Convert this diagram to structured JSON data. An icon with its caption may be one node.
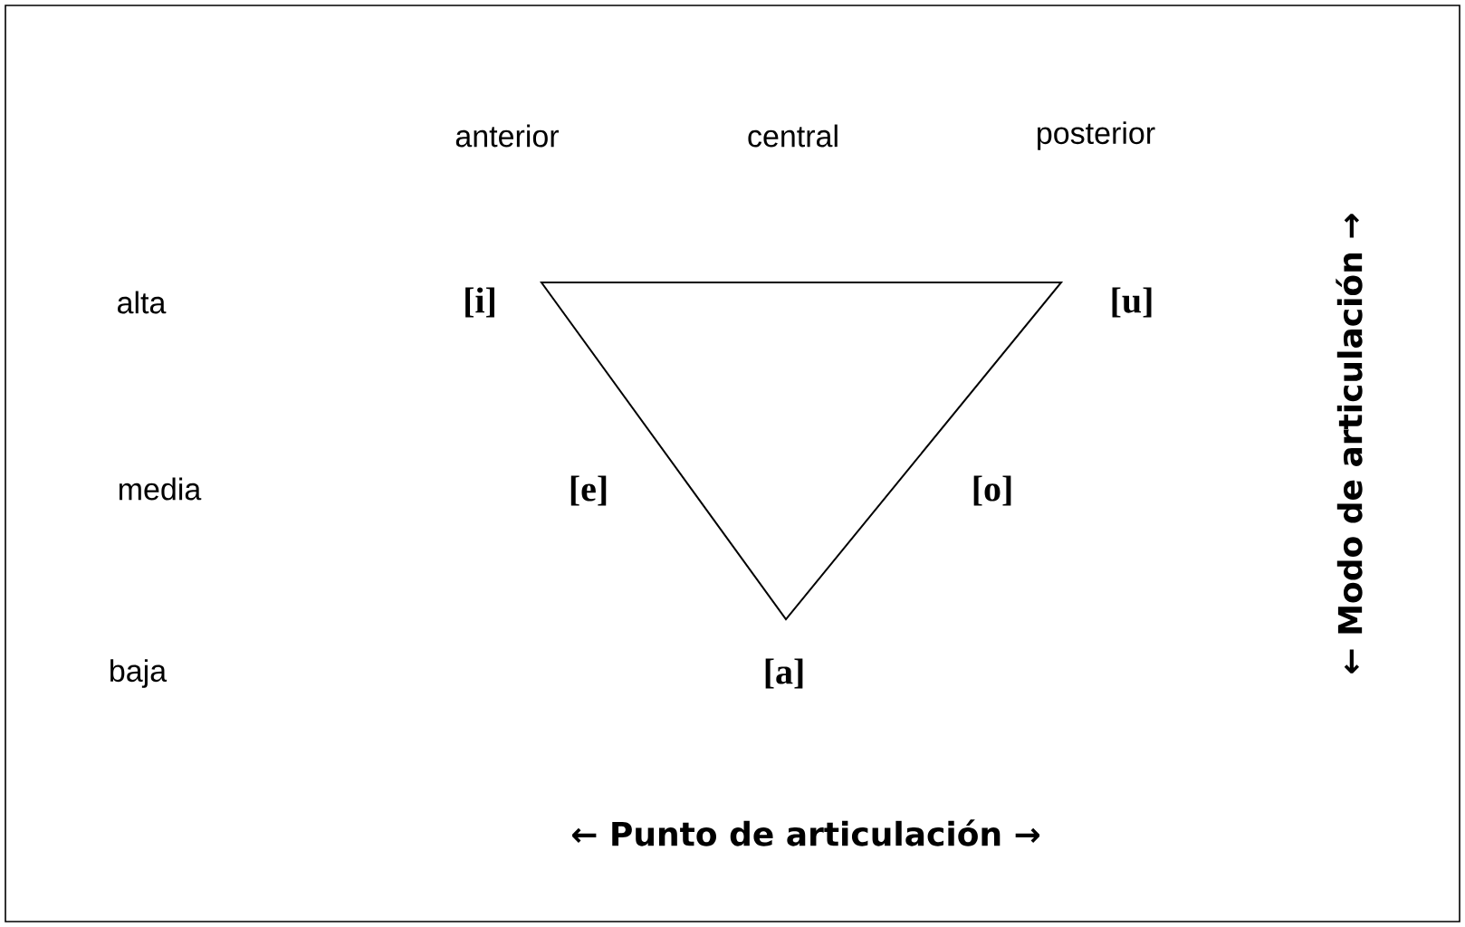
{
  "diagram": {
    "labels": [
      "anterior",
      "central",
      "posterior",
      "← Modo de articulación →",
      "alta",
      "[i]",
      "[u]",
      "media",
      "[e]",
      "[o]",
      "baja",
      "[a]",
      "← Punto de articulación →"
    ]
  }
}
